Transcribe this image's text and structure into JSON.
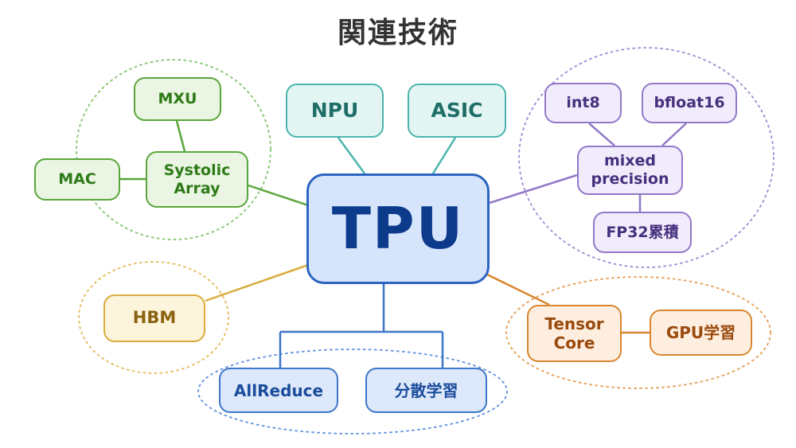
{
  "title": "関連技術",
  "center": "TPU",
  "nodes": {
    "mxu": "MXU",
    "mac": "MAC",
    "systolic_line1": "Systolic",
    "systolic_line2": "Array",
    "npu": "NPU",
    "asic": "ASIC",
    "int8": "int8",
    "bfloat16": "bfloat16",
    "mixed_line1": "mixed",
    "mixed_line2": "precision",
    "fp32": "FP32累積",
    "hbm": "HBM",
    "allreduce": "AllReduce",
    "distributed": "分散学習",
    "tensor_line1": "Tensor",
    "tensor_line2": "Core",
    "gpu": "GPU学習"
  },
  "colors": {
    "green": "#5aa63c",
    "teal": "#4bb5ad",
    "purple": "#9178c8",
    "yellow": "#d8ad3c",
    "blue": "#3c76c8",
    "orange": "#d9862f",
    "center": "#2c64c2"
  }
}
